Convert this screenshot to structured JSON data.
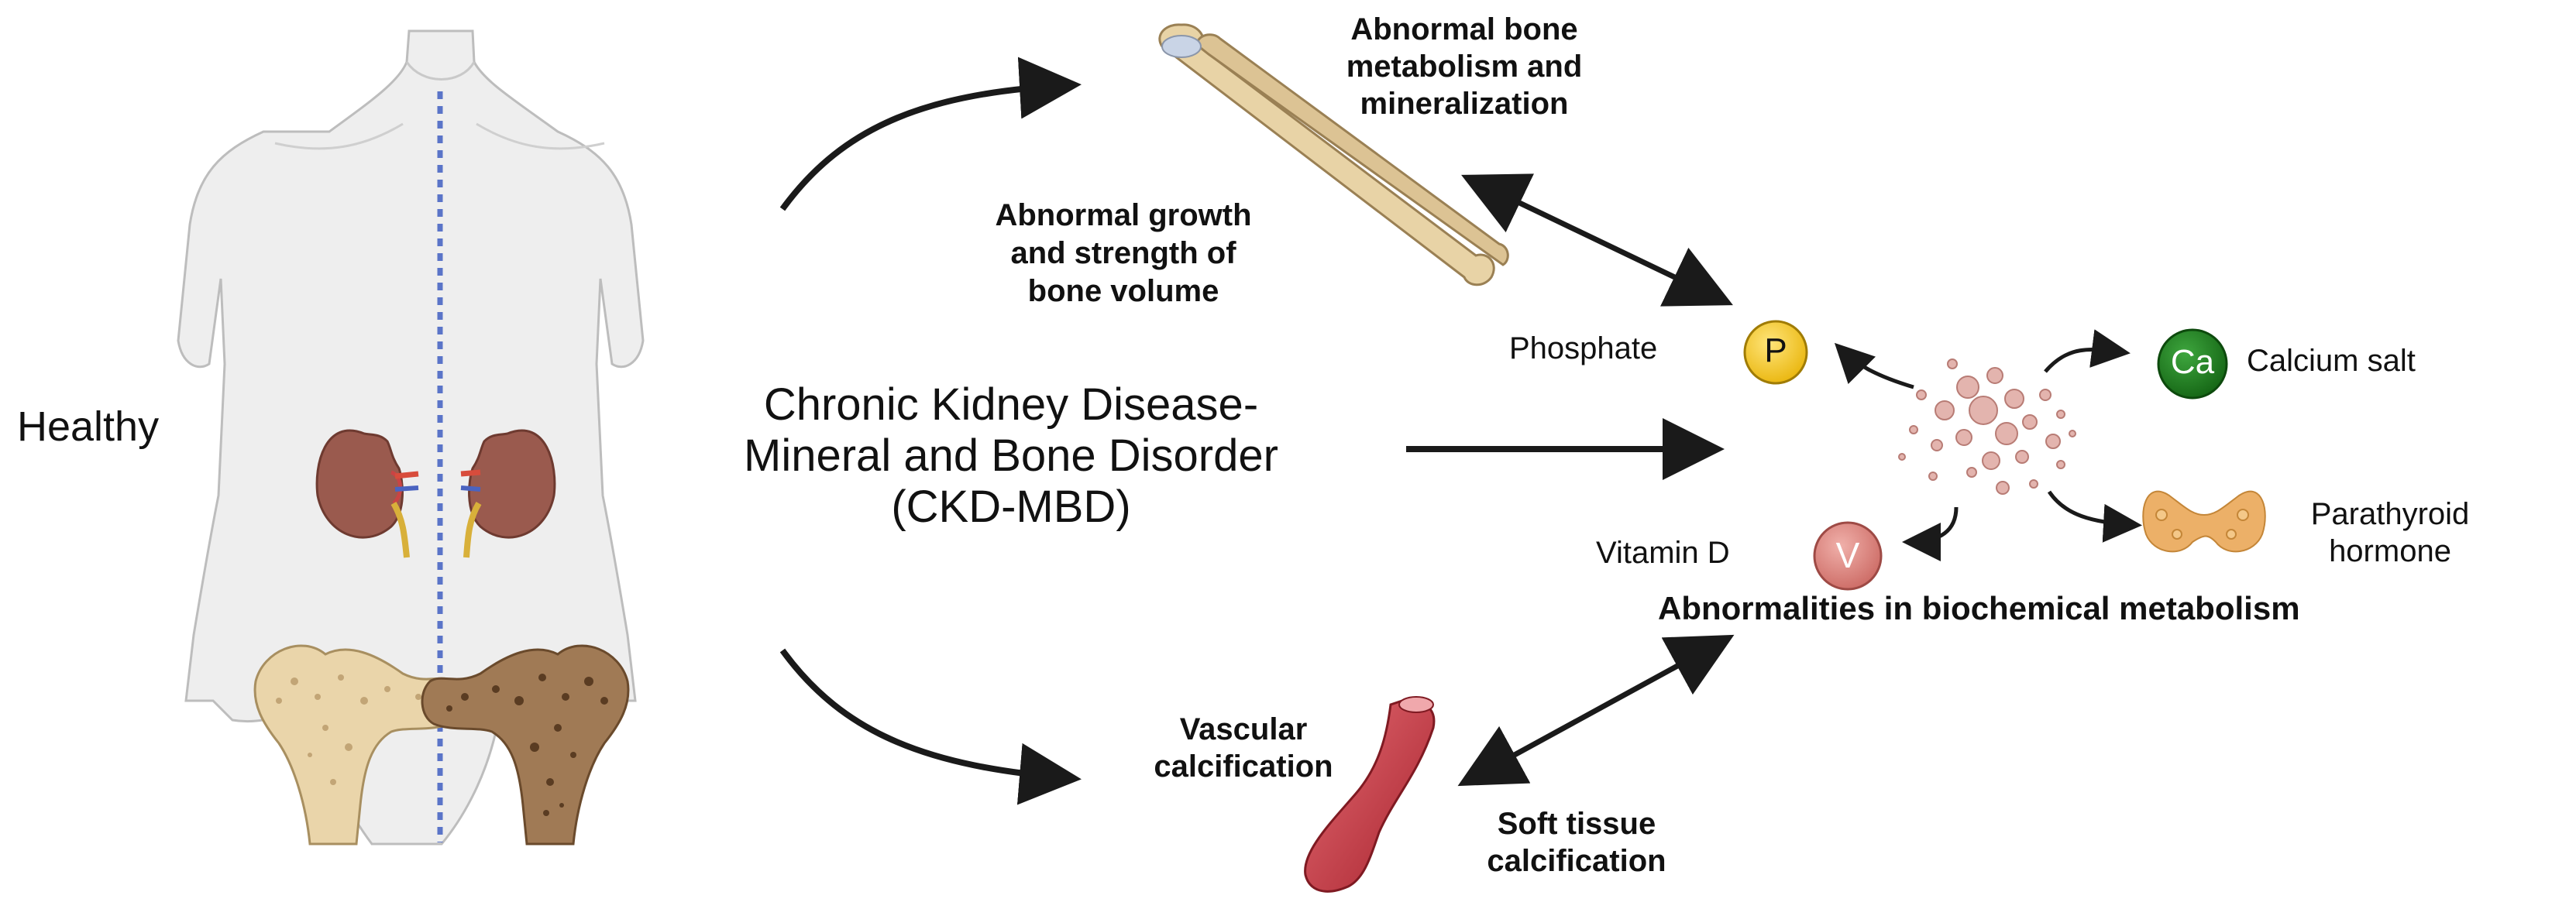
{
  "labels": {
    "healthy": "Healthy",
    "ckd_line1": "Chronic Kidney Disease-",
    "ckd_line2": "Mineral and Bone Disorder",
    "ckd_line3": "(CKD-MBD)",
    "bone_meta_line1": "Abnormal bone",
    "bone_meta_line2": "metabolism and",
    "bone_meta_line3": "mineralization",
    "growth_line1": "Abnormal growth",
    "growth_line2": "and strength of",
    "growth_line3": "bone volume",
    "phosphate": "Phosphate",
    "phosphate_symbol": "P",
    "calcium": "Calcium salt",
    "calcium_symbol": "Ca",
    "vitamin_d": "Vitamin D",
    "vitamin_symbol": "V",
    "pth_line1": "Parathyroid",
    "pth_line2": "hormone",
    "biochem": "Abnormalities in biochemical metabolism",
    "vascular_line1": "Vascular",
    "vascular_line2": "calcification",
    "soft_line1": "Soft tissue",
    "soft_line2": "calcification"
  },
  "colors": {
    "phosphate": "#f2c21a",
    "calcium": "#1e7d1e",
    "vitamin": "#d9827c",
    "bone": "#e8d3a6",
    "kidney": "#9a5a4e",
    "vessel": "#c8404a",
    "thyroid": "#ecb068",
    "body": "#eeeeee"
  }
}
